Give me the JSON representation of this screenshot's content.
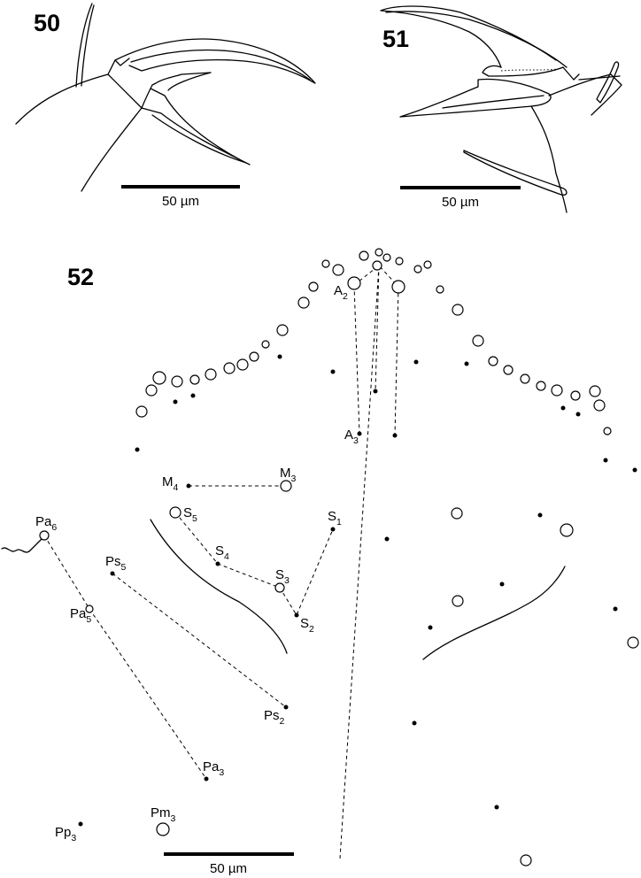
{
  "figures": [
    {
      "number": "50",
      "scale_bar": "50 µm"
    },
    {
      "number": "51",
      "scale_bar": "50 µm"
    },
    {
      "number": "52",
      "scale_bar": "50 µm"
    }
  ],
  "setae_labels": {
    "A2": {
      "main": "A",
      "sub": "2"
    },
    "A3": {
      "main": "A",
      "sub": "3"
    },
    "M4": {
      "main": "M",
      "sub": "4"
    },
    "M3": {
      "main": "M",
      "sub": "3"
    },
    "S5": {
      "main": "S",
      "sub": "5"
    },
    "S1": {
      "main": "S",
      "sub": "1"
    },
    "S4": {
      "main": "S",
      "sub": "4"
    },
    "S3": {
      "main": "S",
      "sub": "3"
    },
    "S2": {
      "main": "S",
      "sub": "2"
    },
    "Pa6": {
      "main": "Pa",
      "sub": "6"
    },
    "Ps5": {
      "main": "Ps",
      "sub": "5"
    },
    "Pa5": {
      "main": "Pa",
      "sub": "5"
    },
    "Ps2": {
      "main": "Ps",
      "sub": "2"
    },
    "Pa3": {
      "main": "Pa",
      "sub": "3"
    },
    "Pm3": {
      "main": "Pm",
      "sub": "3"
    },
    "Pp3": {
      "main": "Pp",
      "sub": "3"
    }
  }
}
